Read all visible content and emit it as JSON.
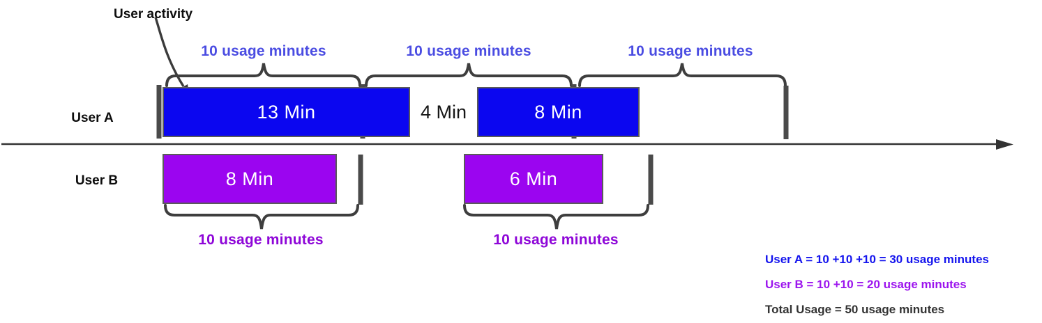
{
  "annotation": {
    "label": "User activity"
  },
  "rows": [
    {
      "name": "User A",
      "bar_color": "#0b06f0",
      "bars": [
        {
          "label": "13 Min"
        },
        {
          "label": "8 Min"
        }
      ],
      "gap_label": "4 Min"
    },
    {
      "name": "User B",
      "bar_color": "#9b05f0",
      "bars": [
        {
          "label": "8 Min"
        },
        {
          "label": "6 Min"
        }
      ]
    }
  ],
  "top_braces": [
    {
      "label": "10 usage minutes",
      "minutes": 10
    },
    {
      "label": "10 usage minutes",
      "minutes": 10
    },
    {
      "label": "10 usage minutes",
      "minutes": 10
    }
  ],
  "bottom_braces": [
    {
      "label": "10 usage minutes",
      "minutes": 10
    },
    {
      "label": "10 usage minutes",
      "minutes": 10
    }
  ],
  "summary": [
    {
      "text": "User A = 10 +10 +10 = 30 usage minutes",
      "color": "#1414ee"
    },
    {
      "text": "User B = 10 +10 = 20 usage minutes",
      "color": "#9c14ee"
    },
    {
      "text": "Total Usage = 50 usage minutes",
      "color": "#333333"
    }
  ],
  "colors": {
    "user_a_bar": "#0b06f0",
    "user_b_bar": "#9b05f0",
    "top_label_text": "#4a4ce2",
    "bottom_label_text": "#8e06d8",
    "stroke": "#3e3e3e",
    "bar_text": "#ffffff"
  }
}
